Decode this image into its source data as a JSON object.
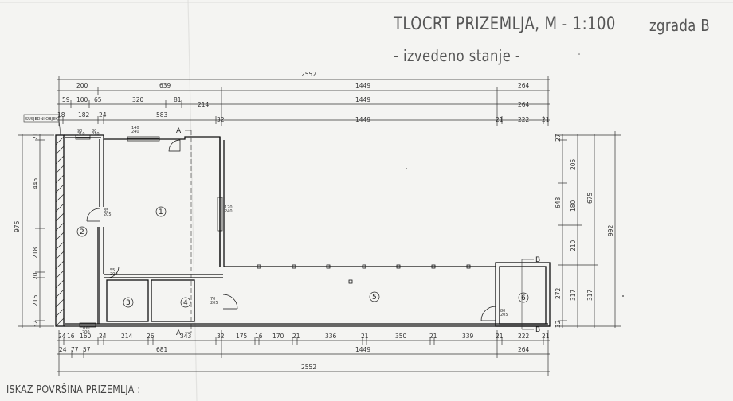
{
  "title": {
    "main": "TLOCRT PRIZEMLJA, M - 1:100",
    "building": "zgrada B",
    "subtitle": "- izvedeno stanje -"
  },
  "footer_label": "ISKAZ POVRŠINA PRIZEMLJA :",
  "neighbor_label": "SUSJEDNI OBJEKT",
  "top_dimensions": {
    "row1": [
      "2552"
    ],
    "row2": [
      "200",
      "639",
      "1449",
      "264"
    ],
    "row3": [
      "59",
      "100",
      "65",
      "320",
      "81",
      "214",
      "1449",
      "264"
    ],
    "row4": [
      "18",
      "182",
      "24",
      "583",
      "32",
      "1449",
      "21",
      "222",
      "21"
    ]
  },
  "bottom_dimensions": {
    "row1": [
      "24",
      "16",
      "160",
      "24",
      "214",
      "26",
      "343",
      "32",
      "175",
      "16",
      "170",
      "21",
      "336",
      "21",
      "350",
      "21",
      "339",
      "21",
      "222",
      "21"
    ],
    "row2": [
      "24",
      "77",
      "57",
      "681",
      "1449",
      "264"
    ],
    "row3": [
      "2552"
    ]
  },
  "left_dimensions": {
    "outer": [
      "976"
    ],
    "inner": [
      "21",
      "445",
      "218",
      "20",
      "216",
      "32"
    ]
  },
  "right_dimensions": {
    "col1": [
      "27",
      "205",
      "180",
      "210",
      "272",
      "32"
    ],
    "col2": [
      "648",
      "317"
    ],
    "col3": [
      "675"
    ],
    "col4": [
      "992"
    ]
  },
  "rooms": [
    "1",
    "2",
    "3",
    "4",
    "5",
    "6"
  ],
  "section_marks": [
    "A",
    "A",
    "B",
    "B"
  ],
  "small_labels": [
    "90",
    "210",
    "80",
    "210",
    "140",
    "240",
    "55",
    "200",
    "85",
    "205",
    "120",
    "240",
    "70",
    "205",
    "100",
    "200",
    "80",
    "205"
  ]
}
